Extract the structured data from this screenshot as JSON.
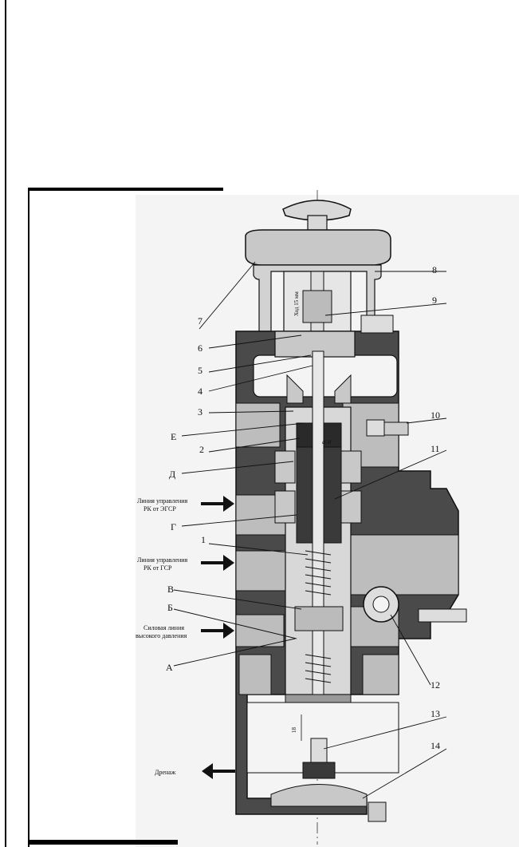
{
  "callouts": {
    "n1": "1",
    "n2": "2",
    "n3": "3",
    "n4": "4",
    "n5": "5",
    "n6": "6",
    "n7": "7",
    "n8": "8",
    "n9": "9",
    "n10": "10",
    "n11": "11",
    "n12": "12",
    "n13": "13",
    "n14": "14",
    "A": "А",
    "B": "Б",
    "V": "В",
    "G": "Г",
    "D": "Д",
    "E": "Е"
  },
  "side_labels": {
    "ctrl_egsr_1": "Линия управления",
    "ctrl_egsr_2": "РК от ЭГСР",
    "ctrl_gsr_1": "Линия управления",
    "ctrl_gsr_2": "РК от ГСР",
    "power_1": "Силовая линия",
    "power_2": "высокого давления",
    "drain": "Дренаж"
  },
  "dimensions": {
    "stroke": "Ход 15 мм",
    "diameter": "⌀50",
    "gap": "18"
  },
  "colors": {
    "body": "#4a4a4a",
    "light": "#c8c8c8",
    "dark": "#1a1a1a",
    "paper": "#f4f4f4"
  }
}
